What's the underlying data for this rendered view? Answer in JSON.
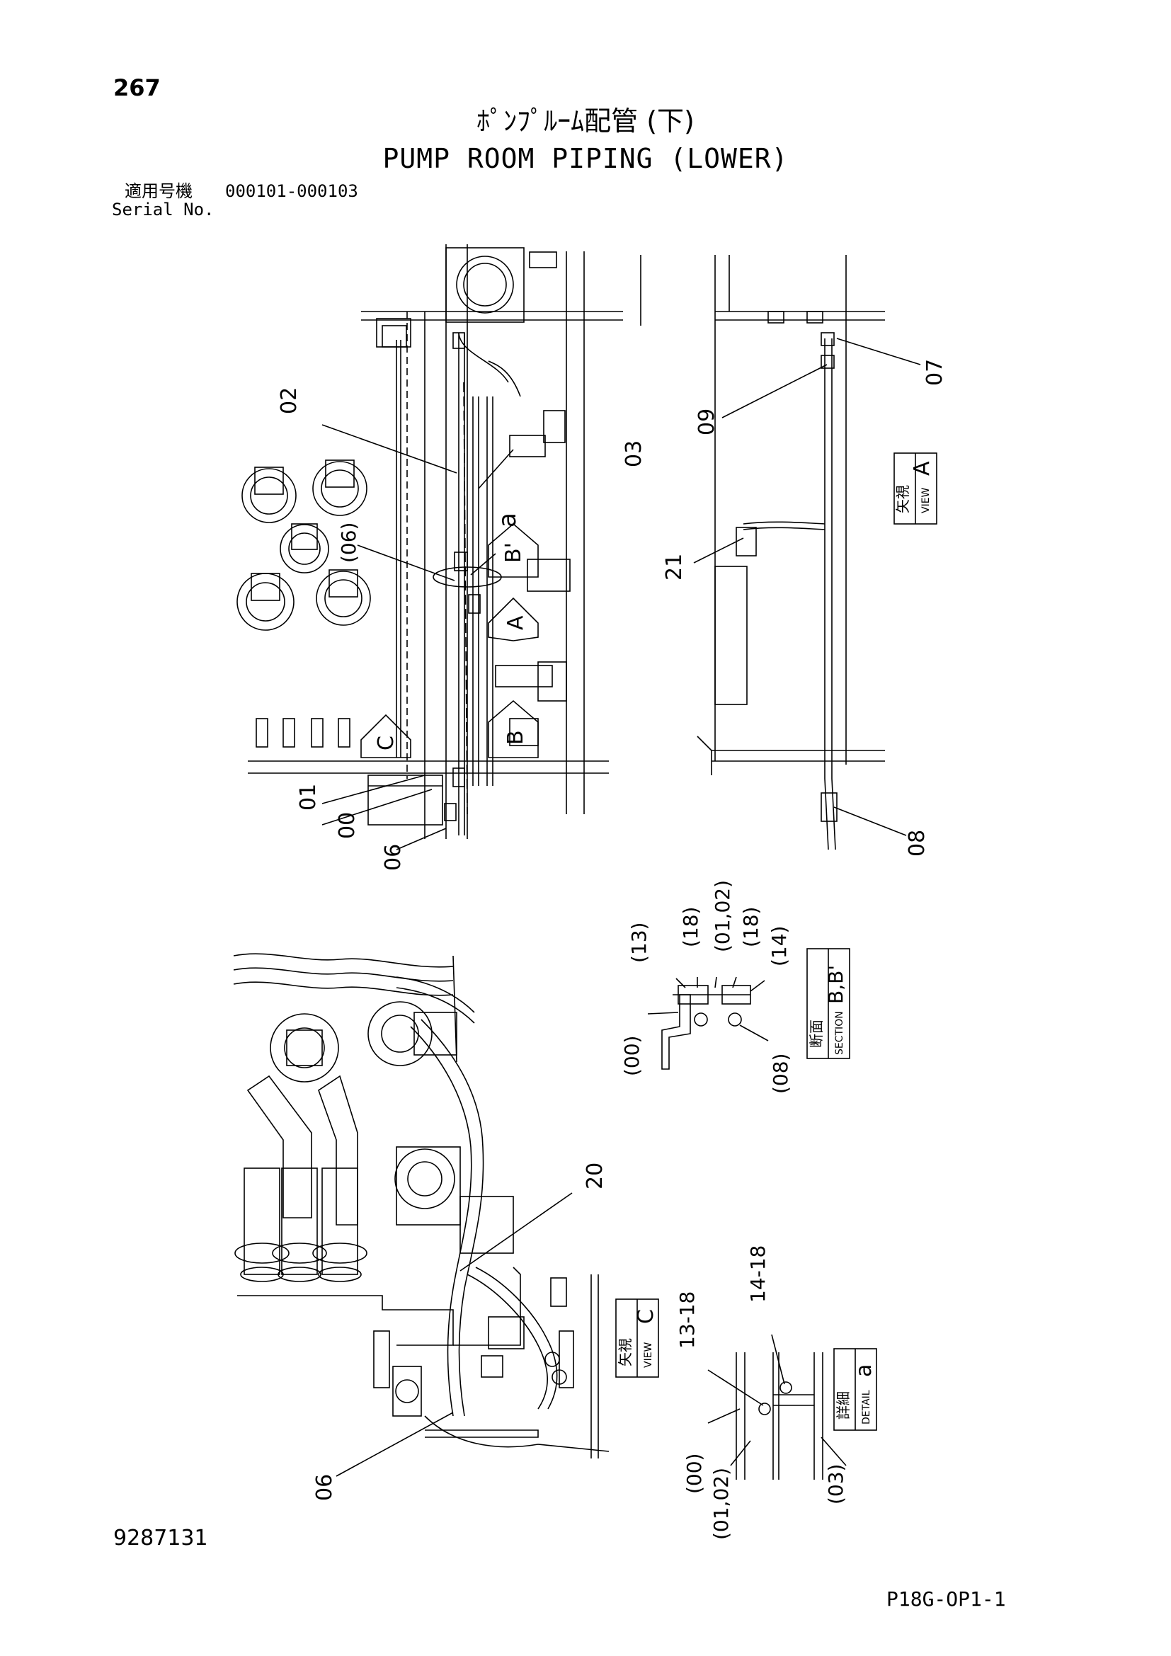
{
  "header": {
    "page_number": "267",
    "title_jp": "ﾎﾟﾝﾌﾟﾙｰﾑ配管 (下)",
    "title_en": "PUMP ROOM PIPING (LOWER)",
    "serial_label_jp": "適用号機",
    "serial_range": "000101-000103",
    "serial_label_en": "Serial No."
  },
  "footer": {
    "drawing_number": "9287131",
    "sheet_code": "P18G-OP1-1"
  },
  "callouts": {
    "main": {
      "c02": "02",
      "c03": "03",
      "c06p": "(06)",
      "a": "a",
      "c01": "01",
      "c00": "00",
      "c06": "06",
      "arrow_a": "A",
      "arrow_b1": "B",
      "arrow_b2": "B'",
      "arrow_c": "C"
    },
    "view_a": {
      "c07": "07",
      "c09": "09",
      "c21": "21",
      "c08": "08",
      "label_jp": "矢視",
      "label_en": "VIEW",
      "letter": "A"
    },
    "section_b": {
      "c13": "(13)",
      "c18a": "(18)",
      "c0102": "(01,02)",
      "c18b": "(18)",
      "c14": "(14)",
      "c00": "(00)",
      "c08": "(08)",
      "label_jp": "断面",
      "label_en": "SECTION",
      "letter": "B,B'"
    },
    "view_c": {
      "c20": "20",
      "c06": "06",
      "label_jp": "矢視",
      "label_en": "VIEW",
      "letter": "C"
    },
    "detail_a": {
      "c13_18": "13-18",
      "c14_18": "14-18",
      "c00": "(00)",
      "c0102": "(01,02)",
      "c03": "(03)",
      "label_jp": "詳細",
      "label_en": "DETAIL",
      "letter": "a"
    }
  }
}
